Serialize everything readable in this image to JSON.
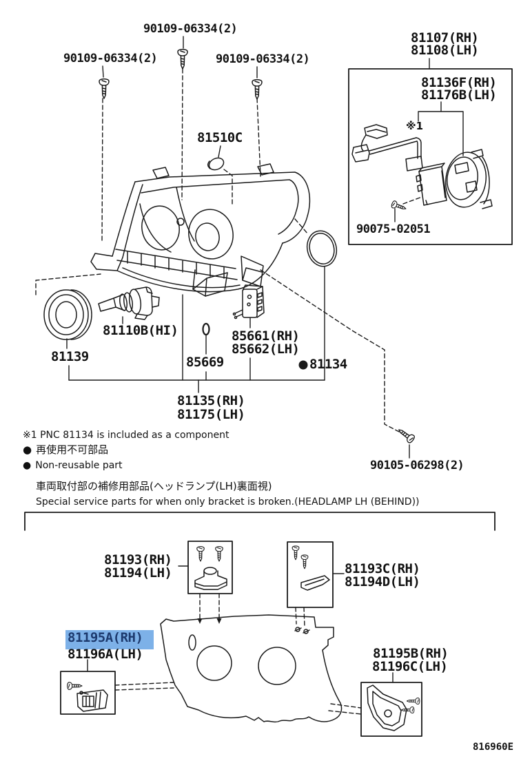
{
  "parts": {
    "screw_top_left": "90109-06334(2)",
    "screw_top_center": "90109-06334(2)",
    "screw_top_right": "90109-06334(2)",
    "headlamp_assy_rh": "81107(RH)",
    "headlamp_assy_lh": "81108(LH)",
    "cord_rh": "81136F(RH)",
    "cord_lh": "81176B(LH)",
    "screw_cord": "90075-02051",
    "cap": "81510C",
    "bulb": "81110B(HI)",
    "seal": "81139",
    "gasket_small": "85669",
    "leveling_computer_rh": "85661(RH)",
    "leveling_computer_lh": "85662(LH)",
    "oring": "81134",
    "unit_rh": "81135(RH)",
    "unit_lh": "81175(LH)",
    "screw_lower": "90105-06298(2)",
    "bracket_a_rh": "81193(RH)",
    "bracket_a_lh": "81194(LH)",
    "bracket_c_rh": "81193C(RH)",
    "bracket_c_lh": "81194D(LH)",
    "bracket_195a_rh": "81195A(RH)",
    "bracket_196a_lh": "81196A(LH)",
    "bracket_195b_rh": "81195B(RH)",
    "bracket_196c_lh": "81196C(LH)"
  },
  "ref_marks": {
    "ref1": "※1"
  },
  "notes": {
    "ref1_note": "※1  PNC 81134 is included as a component",
    "bullet": "●",
    "non_reusable_ja": "再使用不可部品",
    "non_reusable_en": "Non-reusable part"
  },
  "section": {
    "title_ja": "車両取付部の補修用部品(ヘッドランプ(LH)裏面視)",
    "title_en": "Special service parts for when only bracket is broken.(HEADLAMP LH (BEHIND))"
  },
  "footer": {
    "figure_code": "816960E"
  },
  "highlight": {
    "selected_part": "81195A(RH)",
    "color": "#7db1e8"
  },
  "colors": {
    "line": "#1a1a1a",
    "background": "#ffffff"
  }
}
